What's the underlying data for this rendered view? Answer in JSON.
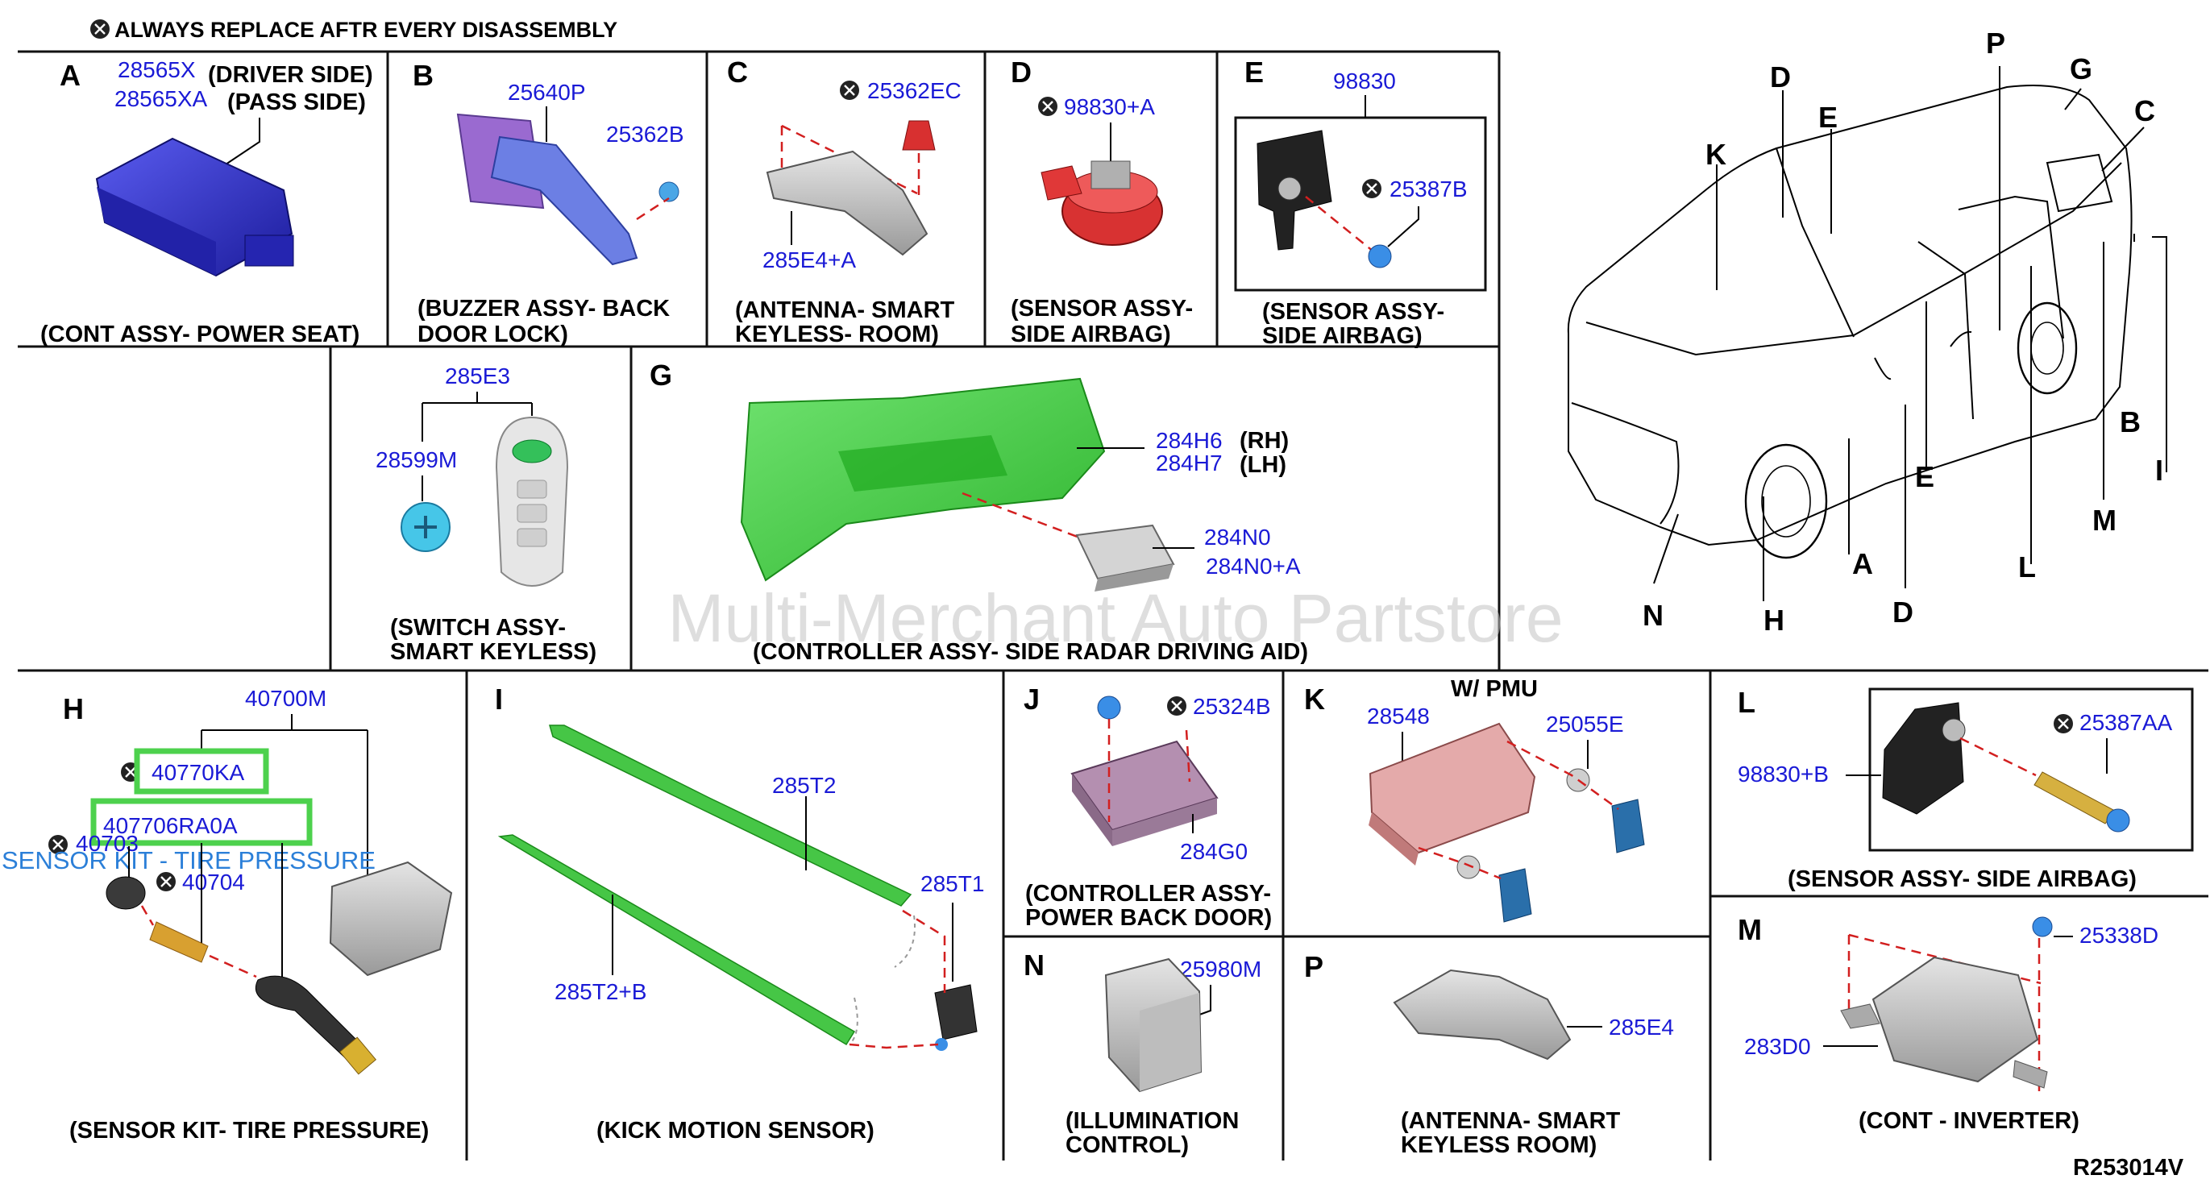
{
  "header": {
    "note": "ALWAYS REPLACE AFTR EVERY DISASSEMBLY"
  },
  "panels": {
    "A": {
      "letter": "A",
      "pn1": "28565X",
      "pn1_note": "(DRIVER SIDE)",
      "pn2": "28565XA",
      "pn2_note": "(PASS SIDE)",
      "caption": "(CONT ASSY- POWER SEAT)"
    },
    "B": {
      "letter": "B",
      "pn1": "25640P",
      "pn2": "25362B",
      "caption1": "(BUZZER ASSY- BACK",
      "caption2": "DOOR LOCK)"
    },
    "C": {
      "letter": "C",
      "pn1": "25362EC",
      "pn2": "285E4+A",
      "caption1": "(ANTENNA- SMART",
      "caption2": "KEYLESS- ROOM)"
    },
    "D": {
      "letter": "D",
      "pn1": "98830+A",
      "caption1": "(SENSOR ASSY-",
      "caption2": "SIDE AIRBAG)"
    },
    "E": {
      "letter": "E",
      "pn1": "98830",
      "pn2": "25387B",
      "caption1": "(SENSOR ASSY-",
      "caption2": "SIDE AIRBAG)"
    },
    "F": {
      "pn1": "285E3",
      "pn2": "28599M",
      "caption1": "(SWITCH ASSY-",
      "caption2": "SMART KEYLESS)"
    },
    "G": {
      "letter": "G",
      "pn1": "284H6",
      "pn1_note": "(RH)",
      "pn2": "284H7",
      "pn2_note": "(LH)",
      "pn3": "284N0",
      "pn4": "284N0+A",
      "caption": "(CONTROLLER ASSY- SIDE RADAR DRIVING AID)"
    },
    "H": {
      "letter": "H",
      "pn1": "40700M",
      "pn2": "40770KA",
      "pn3": "407706RA0A",
      "pn4": "40703",
      "pn5": "40704",
      "overlay": "SENSOR KIT - TIRE PRESSURE",
      "caption": "(SENSOR KIT- TIRE PRESSURE)"
    },
    "I": {
      "letter": "I",
      "pn1": "285T2",
      "pn2": "285T1",
      "pn3": "285T2+B",
      "caption": "(KICK MOTION SENSOR)"
    },
    "J": {
      "letter": "J",
      "pn1": "25324B",
      "pn2": "284G0",
      "caption1": "(CONTROLLER ASSY-",
      "caption2": "POWER BACK DOOR)"
    },
    "K": {
      "letter": "K",
      "title": "W/ PMU",
      "pn1": "28548",
      "pn2": "25055E"
    },
    "L": {
      "letter": "L",
      "pn1": "98830+B",
      "pn2": "25387AA",
      "caption": "(SENSOR ASSY- SIDE AIRBAG)"
    },
    "M": {
      "letter": "M",
      "pn1": "25338D",
      "pn2": "283D0",
      "caption": "(CONT - INVERTER)"
    },
    "N": {
      "letter": "N",
      "pn1": "25980M",
      "caption1": "(ILLUMINATION",
      "caption2": "CONTROL)"
    },
    "P": {
      "letter": "P",
      "pn1": "285E4",
      "caption1": "(ANTENNA- SMART",
      "caption2": "KEYLESS ROOM)"
    }
  },
  "vehicle_labels": [
    "K",
    "D",
    "E",
    "P",
    "G",
    "C",
    "B",
    "I",
    "M",
    "L",
    "E",
    "D",
    "A",
    "H",
    "N"
  ],
  "watermark": "Multi-Merchant Auto Partstore",
  "diagram_code": "R253014V"
}
